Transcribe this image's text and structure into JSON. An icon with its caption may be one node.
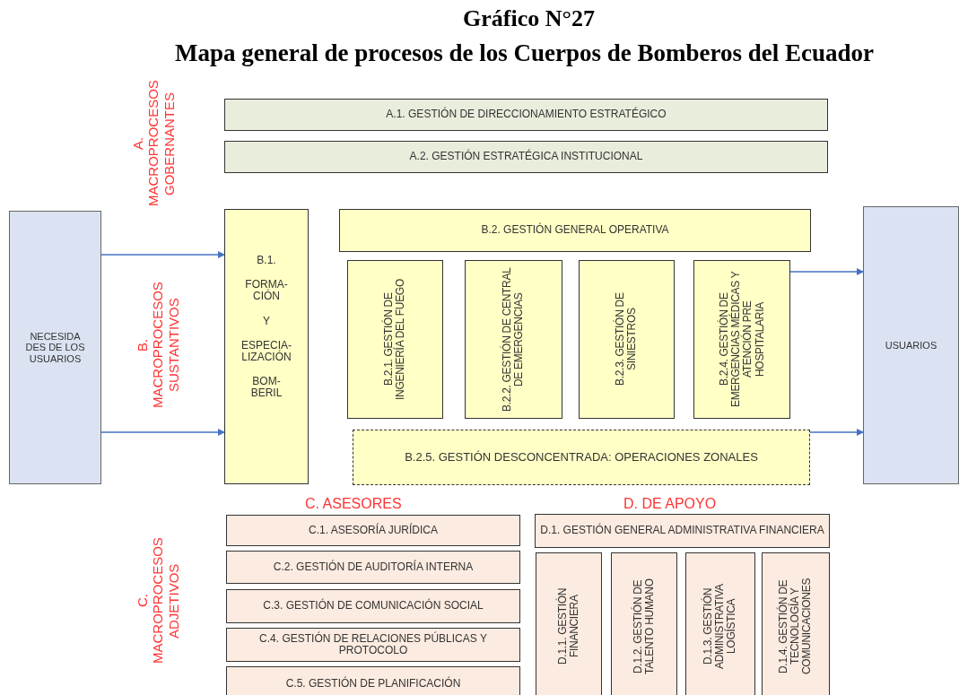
{
  "diagram": {
    "title": "Mapa general de procesos de los Cuerpos de Bomberos del Ecuador",
    "nodes": [
      {
        "text": [
          "NECESIDA DES DE LOS USUARIOS"
        ]
      },
      {
        "text": [
          "A.1.  GESTIÓN DE DIRECCIONAMIENTO ESTRATÉGICO"
        ]
      },
      {
        "text": [
          "A.2.  GESTIÓN ESTRATÉGICA INSTITUCIONAL"
        ]
      },
      {
        "text": [
          "B.1.",
          "FORMA- CIÓN",
          "Y",
          "ESPECIA- LIZACIÓN",
          "BOM- BERIL"
        ]
      },
      {
        "text": [
          "B.2.  GESTIÓN GENERAL OPERATIVA"
        ]
      },
      {
        "text": [
          "B.2.1.  GESTIÓN DE INGENIERÍA DEL FUEGO"
        ]
      },
      {
        "text": [
          "B.2.2. GESTIÓN DE CENTRAL DE EMERGENCIAS"
        ]
      },
      {
        "text": [
          "B.2.3.  GESTIÓN DE SINIESTROS"
        ]
      },
      {
        "text": [
          "B.2.4.  GESTIÓN DE EMERGENCIAS MÉDICAS Y ATENCIÓN PRE HOSPITALARIA"
        ]
      },
      {
        "text": [
          "B.2.5.  GESTIÓN DESCONCENTRADA:  OPERACIONES ZONALES"
        ]
      },
      {
        "text": [
          "USUARIOS"
        ]
      },
      {
        "text": [
          "C.1.  ASESORÍA JURÍDICA"
        ]
      },
      {
        "text": [
          "C.2. GESTIÓN DE AUDITORÍA INTERNA"
        ]
      },
      {
        "text": [
          "C.3.  GESTIÓN DE COMUNICACIÓN SOCIAL"
        ]
      },
      {
        "text": [
          "C.4.  GESTIÓN DE RELACIONES PÚBLICAS Y PROTOCOLO"
        ]
      },
      {
        "text": [
          "C.5. GESTIÓN DE PLANIFICACIÓN"
        ]
      },
      {
        "text": [
          "D.1.  GESTIÓN GENERAL ADMINISTRATIVA FINANCIERA"
        ]
      },
      {
        "text": [
          "D.1.1.  GESTIÓN FINANCIERA"
        ]
      },
      {
        "text": [
          "D.1.2.  GESTIÓN DE TALENTO HUMANO"
        ]
      },
      {
        "text": [
          "D.1.3.  GESTIÓN ADMINISTRATIVA LOGÍSTICA"
        ]
      },
      {
        "text": [
          "D.1.4.  GESTIÓN DE TECNOLOGÍA Y COMUNICACIONES"
        ]
      }
    ],
    "edges": [
      {
        "from": 0,
        "to": 3,
        "arrow": "to"
      },
      {
        "from": 0,
        "to": 3,
        "arrow": "to"
      },
      {
        "from": 8,
        "to": 10,
        "arrow": "to"
      },
      {
        "from": 9,
        "to": 10,
        "arrow": "to"
      }
    ],
    "labels": [
      "Gráfico N°27",
      "A. MACROPROCESOS GOBERNANTES",
      "B. MACROPROCESOS SUSTANTIVOS",
      "C. ASESORES",
      "D. DE APOYO",
      "C. MACROPROCESOS ADJETIVOS"
    ]
  }
}
